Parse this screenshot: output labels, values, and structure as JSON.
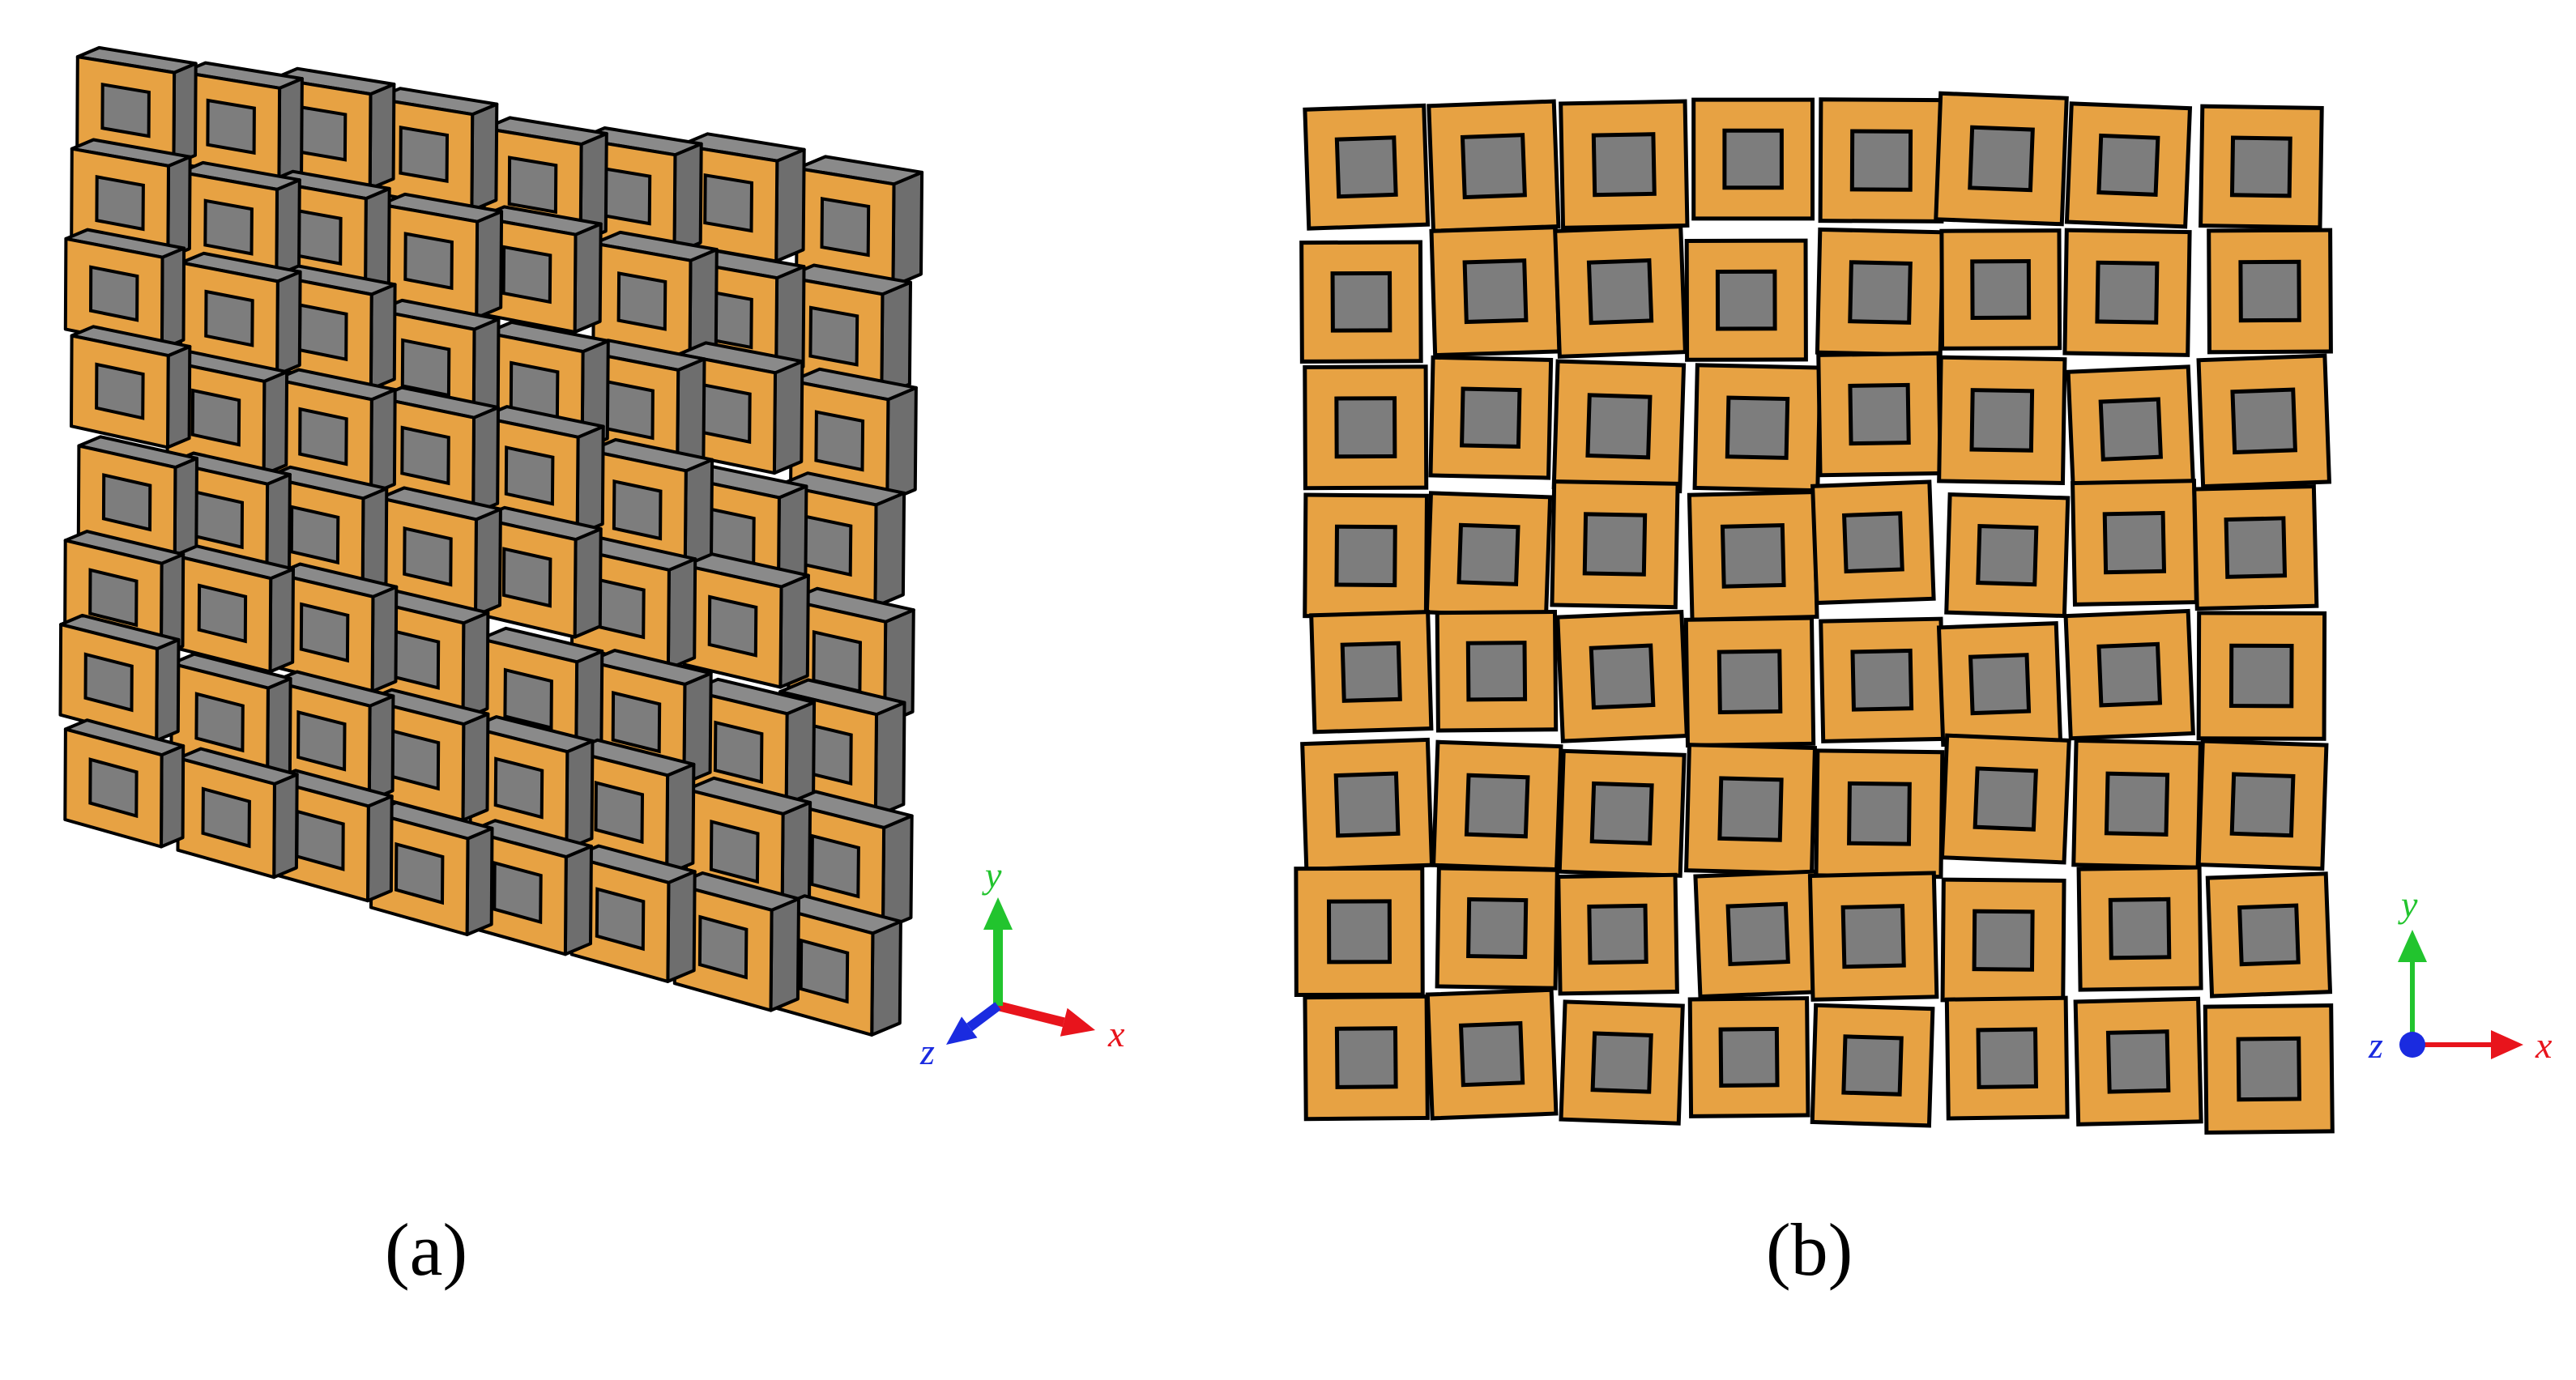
{
  "panels": [
    {
      "id": "a",
      "caption": "(a)",
      "view": "perspective",
      "rows": 8,
      "cols": 8,
      "axes": {
        "x": "x",
        "y": "y",
        "z": "z"
      }
    },
    {
      "id": "b",
      "caption": "(b)",
      "view": "front",
      "rows": 8,
      "cols": 8,
      "axes": {
        "x": "x",
        "y": "y",
        "z": "z"
      }
    }
  ],
  "colors": {
    "tile_face": "#E7A243",
    "tile_core": "#7D7D7D",
    "tile_side": "#6E6E6E",
    "outline": "#000000",
    "axis_x": "#E8141C",
    "axis_y": "#22C42E",
    "axis_z": "#1A2BE0"
  }
}
